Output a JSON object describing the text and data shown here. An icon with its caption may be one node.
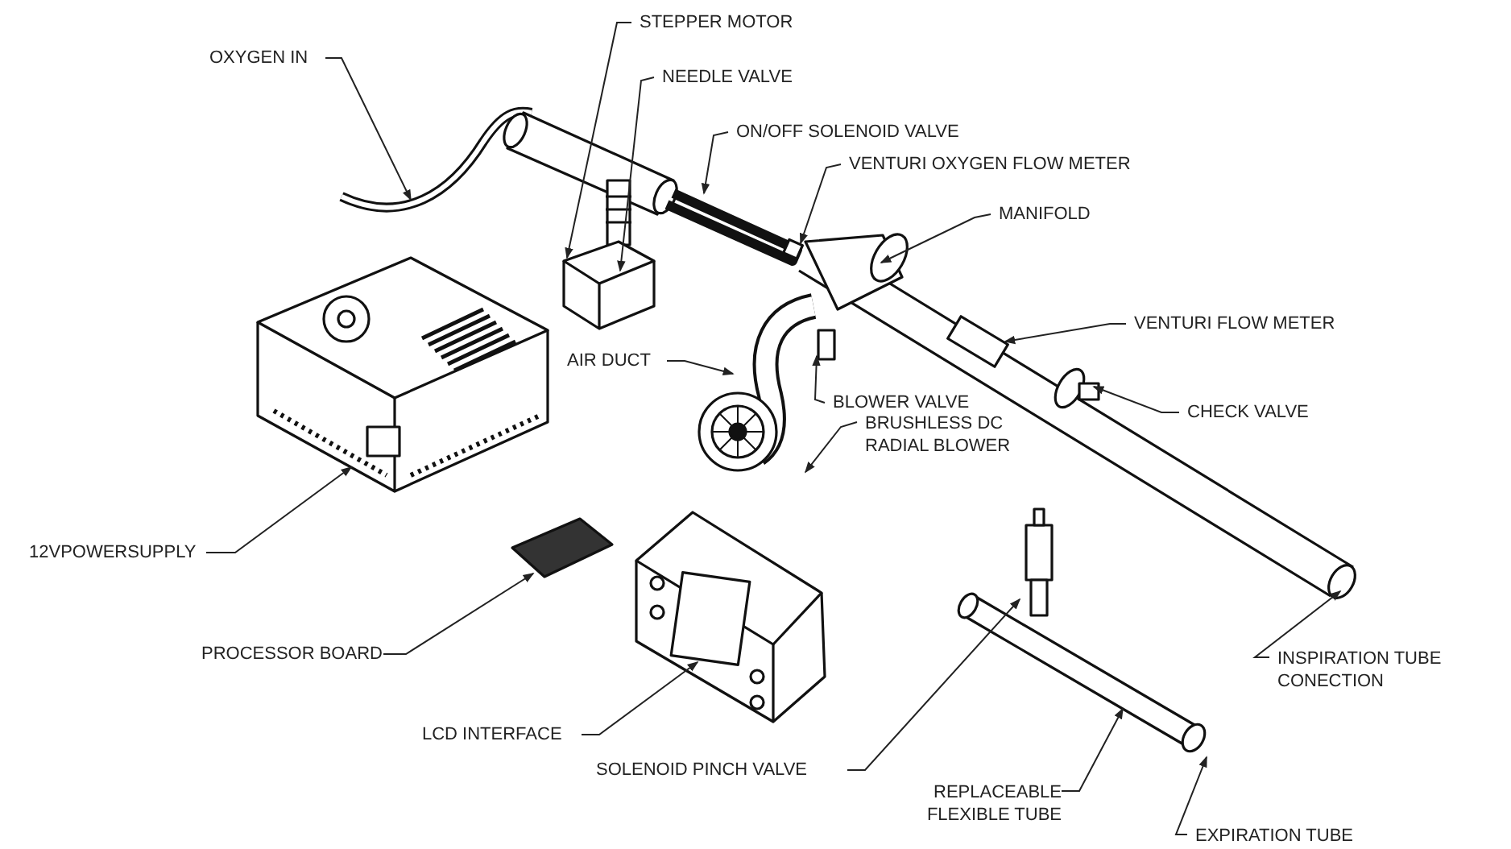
{
  "diagram": {
    "nodes": [
      {
        "text": [
          "OXYGEN IN"
        ]
      },
      {
        "text": [
          "STEPPER MOTOR"
        ]
      },
      {
        "text": [
          "NEEDLE VALVE"
        ]
      },
      {
        "text": [
          "ON/OFF SOLENOID VALVE"
        ]
      },
      {
        "text": [
          "VENTURI OXYGEN FLOW METER"
        ]
      },
      {
        "text": [
          "MANIFOLD"
        ]
      },
      {
        "text": [
          "VENTURI FLOW METER"
        ]
      },
      {
        "text": [
          "AIR DUCT"
        ]
      },
      {
        "text": [
          "BLOWER VALVE"
        ]
      },
      {
        "text": [
          "CHECK VALVE"
        ]
      },
      {
        "text": [
          "BRUSHLESS DC RADIAL BLOWER"
        ]
      },
      {
        "text": [
          "12VPOWERSUPPLY"
        ]
      },
      {
        "text": [
          "PROCESSOR BOARD"
        ]
      },
      {
        "text": [
          "LCD INTERFACE"
        ]
      },
      {
        "text": [
          "SOLENOID PINCH VALVE"
        ]
      },
      {
        "text": [
          "REPLACEABLE FLEXIBLE TUBE"
        ]
      },
      {
        "text": [
          "INSPIRATION TUBE CONECTION"
        ]
      },
      {
        "text": [
          "EXPIRATION TUBE"
        ]
      }
    ],
    "edges": [
      {
        "from": 0,
        "to": null,
        "arrow": "to"
      },
      {
        "from": 1,
        "to": null,
        "arrow": "to"
      },
      {
        "from": 2,
        "to": null,
        "arrow": "to"
      },
      {
        "from": 3,
        "to": null,
        "arrow": "to"
      },
      {
        "from": 4,
        "to": null,
        "arrow": "to"
      },
      {
        "from": 5,
        "to": null,
        "arrow": "to"
      },
      {
        "from": 6,
        "to": null,
        "arrow": "to"
      },
      {
        "from": 7,
        "to": null,
        "arrow": "to"
      },
      {
        "from": 8,
        "to": null,
        "arrow": "to"
      },
      {
        "from": 9,
        "to": null,
        "arrow": "to"
      },
      {
        "from": 10,
        "to": null,
        "arrow": "to"
      },
      {
        "from": 11,
        "to": null,
        "arrow": "to"
      },
      {
        "from": 12,
        "to": null,
        "arrow": "to"
      },
      {
        "from": 13,
        "to": null,
        "arrow": "to"
      },
      {
        "from": 14,
        "to": null,
        "arrow": "to"
      },
      {
        "from": 15,
        "to": null,
        "arrow": "to"
      },
      {
        "from": 16,
        "to": null,
        "arrow": "to"
      },
      {
        "from": 17,
        "to": null,
        "arrow": "to"
      }
    ]
  }
}
